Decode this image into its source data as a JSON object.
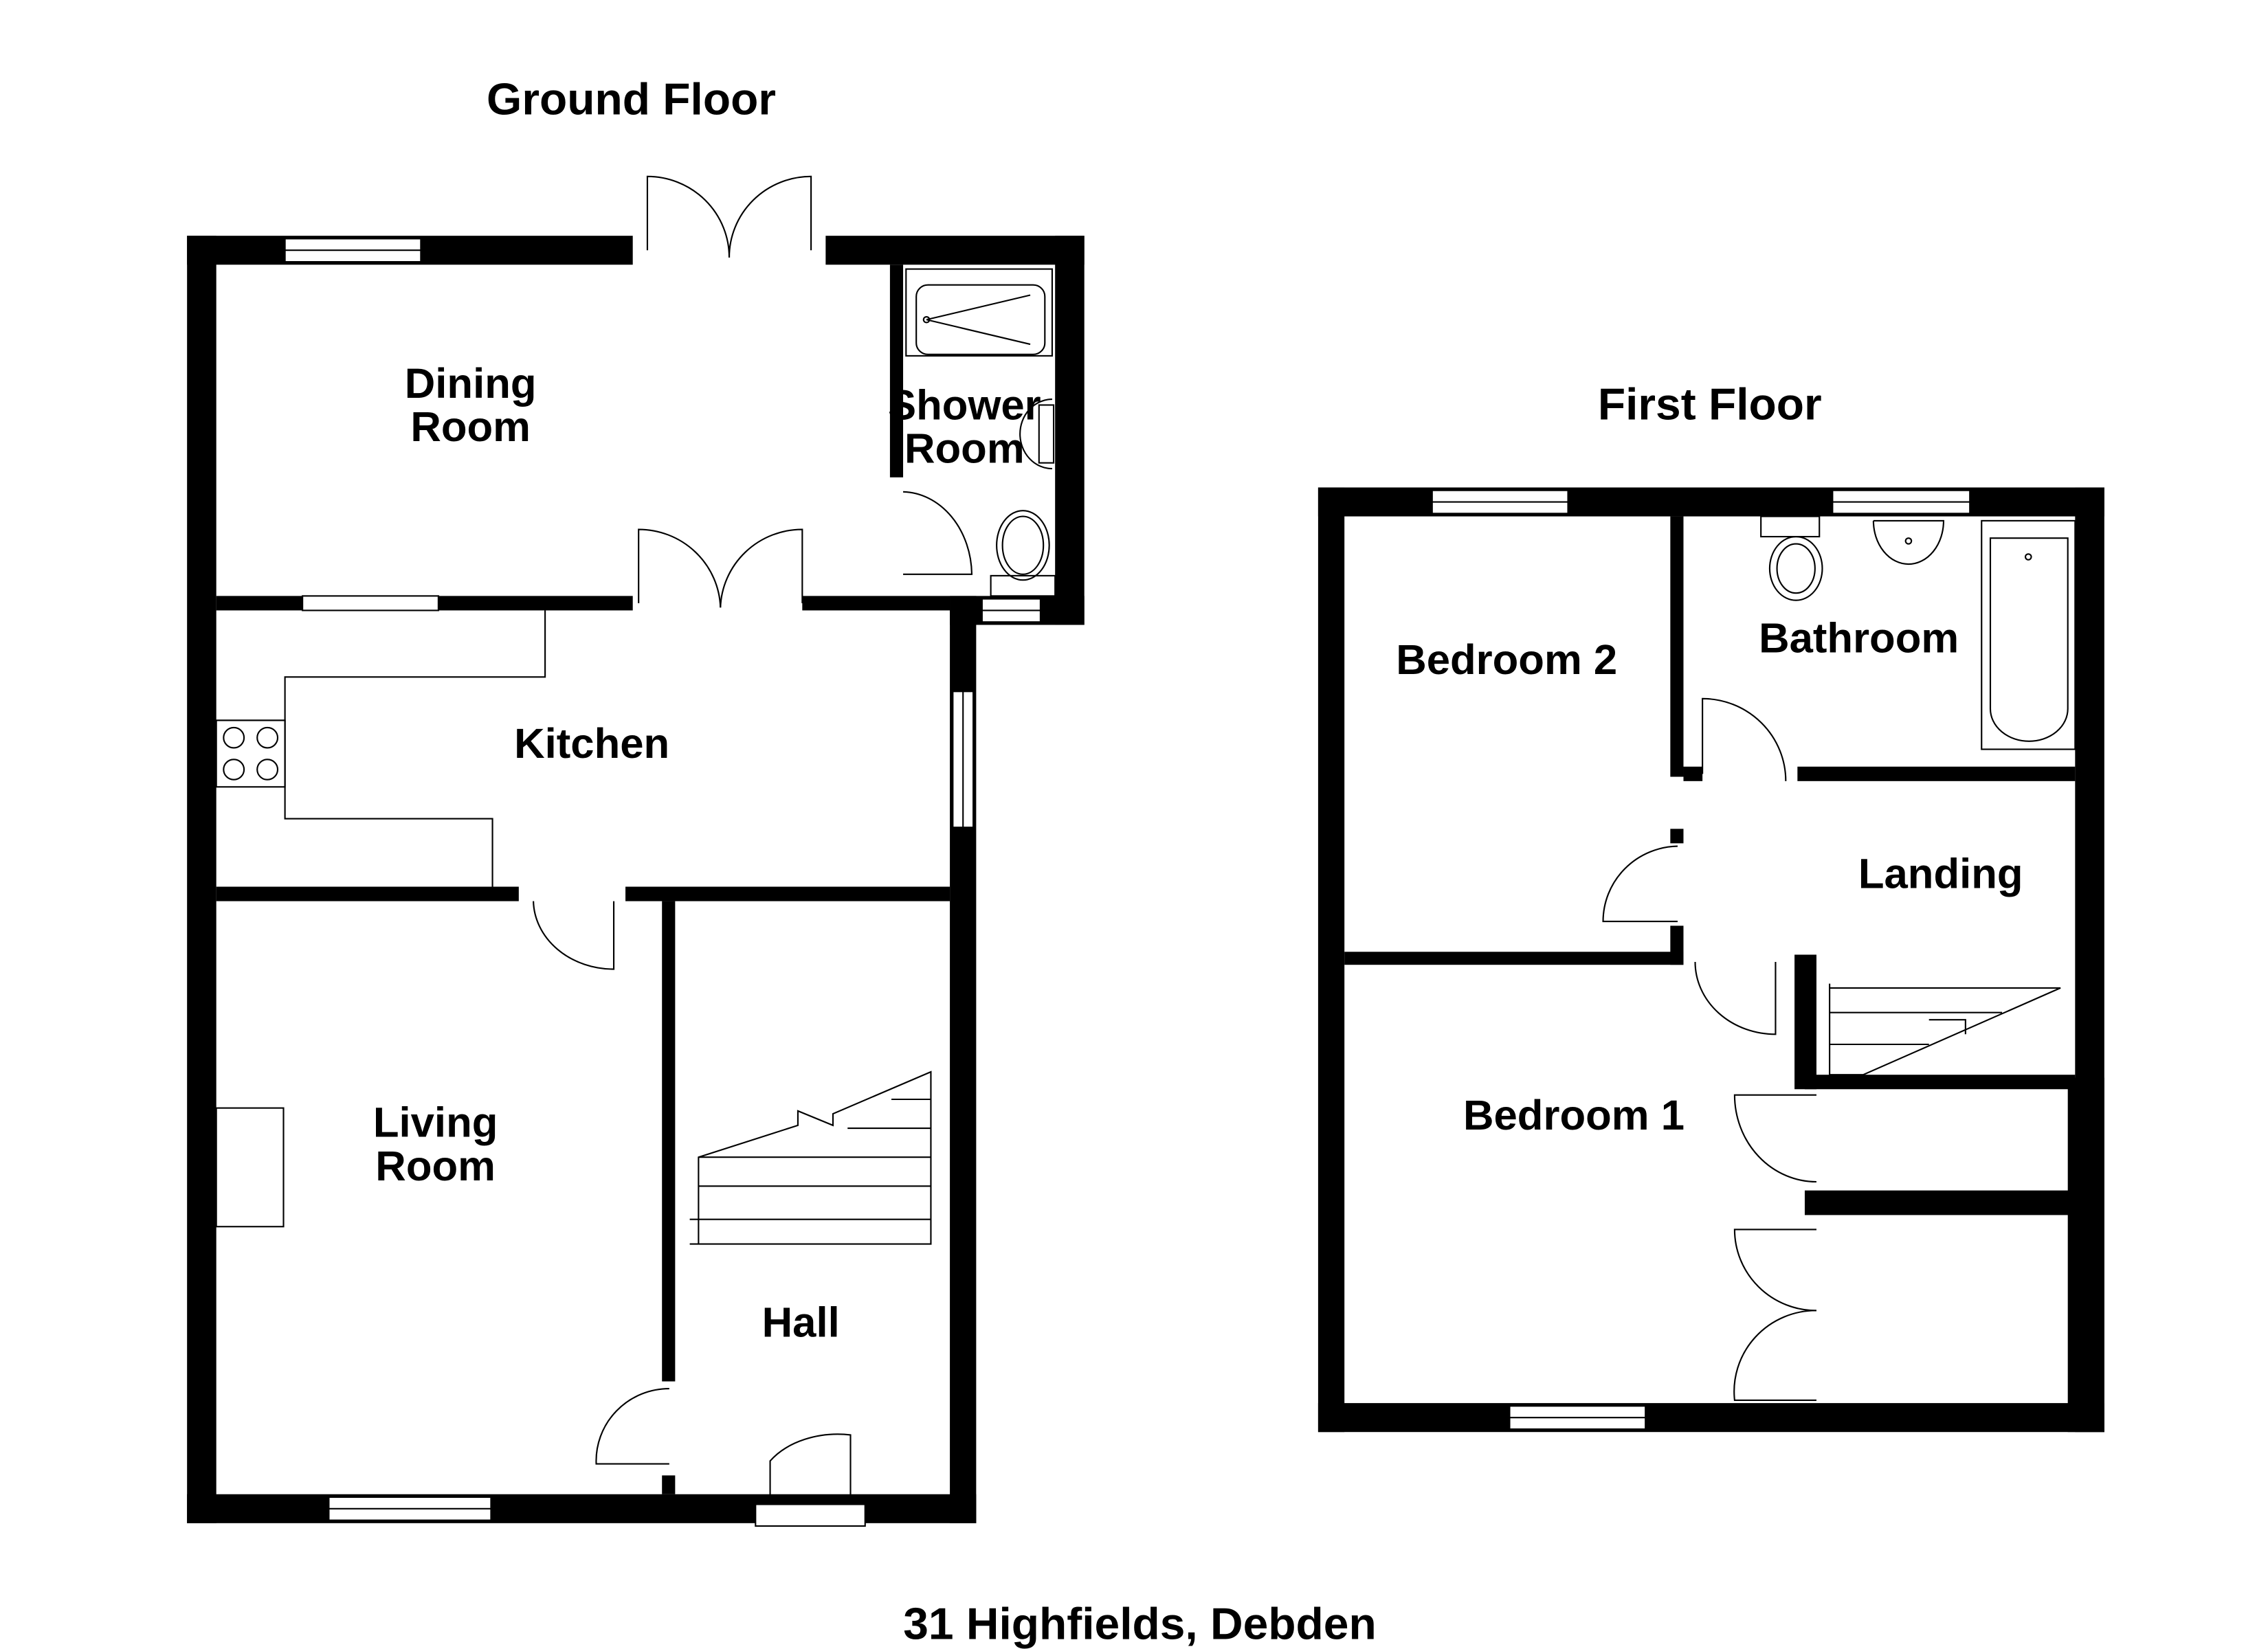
{
  "titles": {
    "ground_floor": "Ground Floor",
    "first_floor": "First Floor",
    "address": "31 Highfields, Debden"
  },
  "ground_floor_rooms": {
    "dining_line1": "Dining",
    "dining_line2": "Room",
    "shower_line1": "Shower",
    "shower_line2": "Room",
    "kitchen": "Kitchen",
    "living_line1": "Living",
    "living_line2": "Room",
    "hall": "Hall"
  },
  "first_floor_rooms": {
    "bedroom2": "Bedroom 2",
    "bathroom": "Bathroom",
    "landing": "Landing",
    "bedroom1": "Bedroom 1"
  },
  "colors": {
    "wall": "#000000",
    "background": "#ffffff"
  }
}
